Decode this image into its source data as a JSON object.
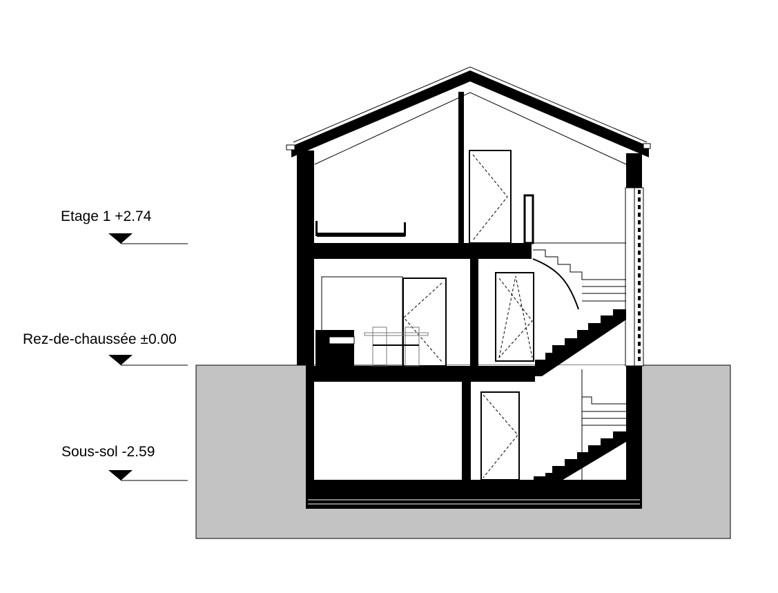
{
  "levels": [
    {
      "name": "Etage 1 +2.74"
    },
    {
      "name": "Rez-de-chaussée ±0.00"
    },
    {
      "name": "Sous-sol -2.59"
    }
  ],
  "colors": {
    "ground": "#c3c3c3",
    "structure": "#000000",
    "background": "#ffffff"
  }
}
